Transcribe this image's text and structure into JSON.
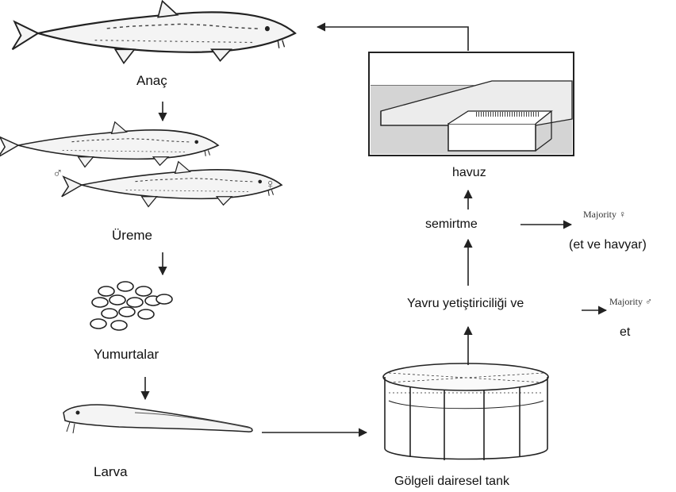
{
  "stages": {
    "broodstock": "Anaç",
    "breeding": "Üreme",
    "eggs": "Yumurtalar",
    "larva": "Larva",
    "tank": "Gölgeli dairesel tank",
    "juvenile": "Yavru yetiştiriciliği ve",
    "fattening": "semirtme",
    "pond": "havuz"
  },
  "outputs": {
    "female_majority": "Majority",
    "female_product": "(et ve havyar)",
    "male_majority": "Majority",
    "male_product": "et"
  },
  "symbols": {
    "male": "♂",
    "female": "♀"
  },
  "colors": {
    "line": "#222222",
    "pond_fill": "#d4d4d4",
    "fish_fill": "#f4f4f4"
  }
}
